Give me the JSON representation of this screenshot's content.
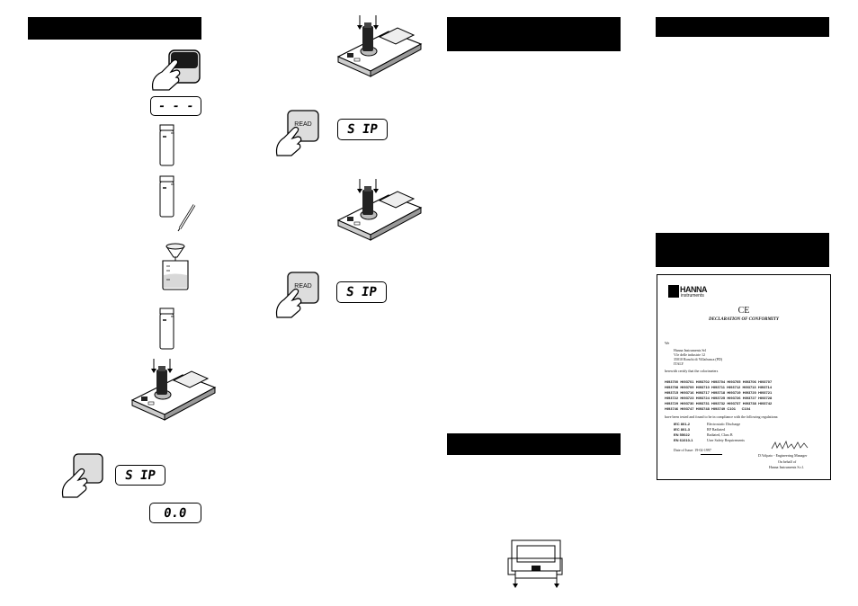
{
  "displays": {
    "dashes": "- - -",
    "sip_1": "S IP",
    "sip_2": "S IP",
    "sip_3": "S IP",
    "zero": "0.0"
  },
  "buttons": {
    "read_1": "READ",
    "read_2": "READ"
  },
  "declaration": {
    "brand": "HANNA",
    "brand_sub": "instruments",
    "ce_mark": "CE",
    "title": "DECLARATION OF CONFORMITY",
    "we": "We",
    "address": [
      "Hanna Instruments Srl",
      "V.le delle industrie 12",
      "35010 Ronchi di Villafranca (PD)",
      "ITALY"
    ],
    "certify": "herewith certify that the colorimeters",
    "models": [
      "HI93700  HI93701  HI93702  HI93704  HI93705  HI93706  HI93707",
      "HI93708  HI93709  HI93710  HI93711  HI93712  HI93713  HI93714",
      "HI93715  HI93716  HI93717  HI93718  HI93719  HI93720  HI93721",
      "HI93722  HI93723  HI93724  HI93725  HI93726  HI93727  HI93728",
      "HI93729  HI93730  HI93731  HI93732  HI93737  HI93738  HI93742",
      "HI93746  HI93747  HI93748  HI93749  C101      C104"
    ],
    "compliance": "have been tested and found to be in compliance with the following regulations:",
    "regulations": [
      {
        "code": "IEC 801-2",
        "desc": "Electrostatic Discharge"
      },
      {
        "code": "IEC 801-3",
        "desc": "RF Radiated"
      },
      {
        "code": "EN 55022",
        "desc": "Radiated, Class B"
      },
      {
        "code": "EN 61010-1",
        "desc": "User Safety Requirements"
      }
    ],
    "date": "Date of Issue: 19-02-1997",
    "signatory": "D.Volpato - Engineering Manager",
    "on_behalf": "On behalf of",
    "company": "Hanna Instruments S.r.l."
  }
}
